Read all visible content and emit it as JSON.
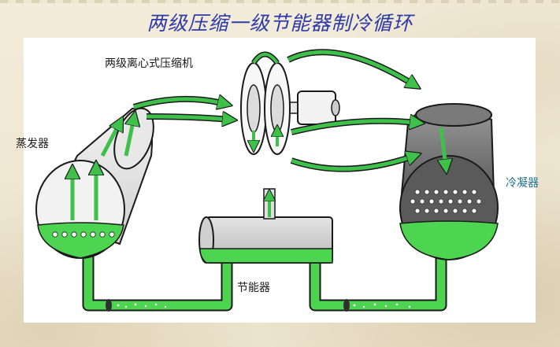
{
  "title": "两级压缩一级节能器制冷循环",
  "labels": {
    "compressor": "两级离心式压缩机",
    "evaporator": "蒸发器",
    "condenser": "冷凝器",
    "economizer": "节能器"
  }
}
